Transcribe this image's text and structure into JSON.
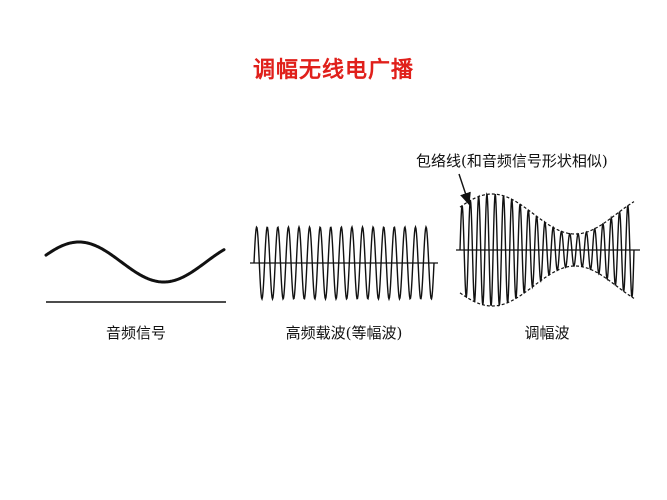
{
  "title": "调幅无线电广播",
  "colors": {
    "title": "#e0201b",
    "ink": "#111111",
    "background": "#ffffff"
  },
  "panels": {
    "audio_signal": {
      "label": "音频信号"
    },
    "carrier": {
      "label": "高频载波(等幅波)"
    },
    "am_wave": {
      "label": "调幅波"
    }
  },
  "annotation": {
    "text": "包络线(和音频信号形状相似)"
  }
}
